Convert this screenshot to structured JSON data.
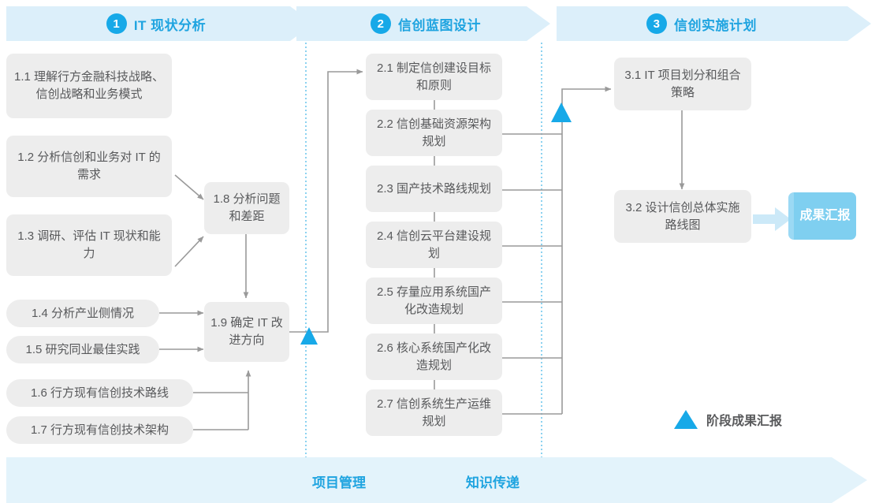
{
  "header": {
    "phases": [
      {
        "num": "1",
        "label": "IT 现状分析"
      },
      {
        "num": "2",
        "label": "信创蓝图设计"
      },
      {
        "num": "3",
        "label": "信创实施计划"
      }
    ]
  },
  "phase1": {
    "boxes": [
      {
        "id": "1.1",
        "text": "1.1 理解行方金融科技战略、信创战略和业务模式"
      },
      {
        "id": "1.2",
        "text": "1.2 分析信创和业务对 IT 的需求"
      },
      {
        "id": "1.3",
        "text": "1.3 调研、评估 IT 现状和能力"
      },
      {
        "id": "1.4",
        "text": "1.4 分析产业侧情况"
      },
      {
        "id": "1.5",
        "text": "1.5 研究同业最佳实践"
      },
      {
        "id": "1.6",
        "text": "1.6 行方现有信创技术路线"
      },
      {
        "id": "1.7",
        "text": "1.7 行方现有信创技术架构"
      },
      {
        "id": "1.8",
        "text": "1.8 分析问题和差距"
      },
      {
        "id": "1.9",
        "text": "1.9 确定 IT 改进方向"
      }
    ]
  },
  "phase2": {
    "boxes": [
      {
        "id": "2.1",
        "text": "2.1 制定信创建设目标和原则"
      },
      {
        "id": "2.2",
        "text": "2.2 信创基础资源架构规划"
      },
      {
        "id": "2.3",
        "text": "2.3 国产技术路线规划"
      },
      {
        "id": "2.4",
        "text": "2.4 信创云平台建设规划"
      },
      {
        "id": "2.5",
        "text": "2.5 存量应用系统国产化改造规划"
      },
      {
        "id": "2.6",
        "text": "2.6 核心系统国产化改造规划"
      },
      {
        "id": "2.7",
        "text": "2.7 信创系统生产运维规划"
      }
    ]
  },
  "phase3": {
    "boxes": [
      {
        "id": "3.1",
        "text": "3.1 IT 项目划分和组合策略"
      },
      {
        "id": "3.2",
        "text": "3.2 设计信创总体实施路线图"
      }
    ],
    "result": "成果汇报"
  },
  "legend": {
    "label": "阶段成果汇报"
  },
  "footer": {
    "labels": [
      "项目管理",
      "知识传递"
    ]
  },
  "colors": {
    "banner": "#DCEFFA",
    "banner_accent": "#1FA4E0",
    "circle": "#17A9E8",
    "box_bg": "#EDEDED",
    "box_text": "#58595B",
    "result_bg": "#7FCFF0",
    "result_edge": "#9BD9F4",
    "milestone": "#17A9E8",
    "connector": "#9A9A9A",
    "divider": "#6FC7EC",
    "footer_bg": "#E3F3FB",
    "result_arrow": "#CCE9F8"
  }
}
